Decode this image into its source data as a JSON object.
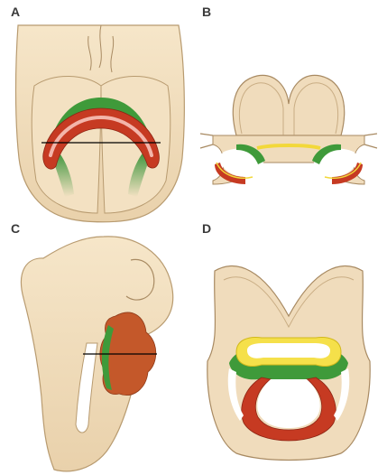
{
  "panels": [
    {
      "label": "A"
    },
    {
      "label": "B"
    },
    {
      "label": "C"
    },
    {
      "label": "D"
    }
  ],
  "colors": {
    "tissue": "#f0dcbc",
    "tissue_outline": "#a88a62",
    "green": "#3f9a3a",
    "red": "#c3361d",
    "red_light": "#e8948a",
    "yellow": "#f5e04a",
    "orange_brown": "#c4582a",
    "section_line": "#000000"
  }
}
